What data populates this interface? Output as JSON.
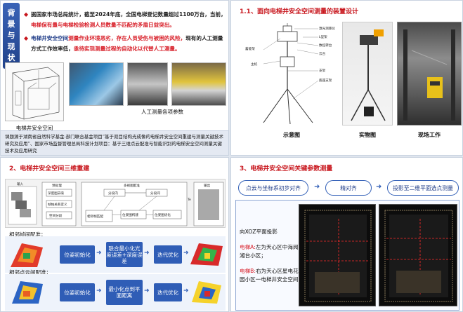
{
  "panel1": {
    "side_title": [
      "背",
      "景",
      "与",
      "现",
      "状"
    ],
    "bullet1_part1": "据国家市场总局统计，截至2024年底，全国电梯登记数量超过1100万台，",
    "bullet1_part2": "当前，",
    "bullet1_red": "电梯保有量与电梯检验检测人员数量不匹配的矛盾日益突出。",
    "bullet2_blue": "电梯井安全空间",
    "bullet2_red1": "测量作业环境恶劣，存在人员受伤与被困的风险，",
    "bullet2_plain": "现有的人工测量方式工作效率低，",
    "bullet2_red2": "亟待实现测量过程的自动化以代替人工测量。",
    "caption1": "电梯井安全空间",
    "caption2": "人工测量各项参数",
    "funding": "课题源于湖南省自然科学基金-部门联合基金项目“基于双目结构光成像的电梯井安全空间重建与测量关键技术研究及应用”、国家市场监督管理总局科技计划项目：基于三维点云配准与智能识别的电梯安全空间测量关键技术及应用研究"
  },
  "panel2": {
    "title": "1.1、面向电梯井安全空间测量的装置设计",
    "labels": [
      "示意图",
      "实物图",
      "现场工作"
    ],
    "diagram_labels": [
      "激光测距仪",
      "L型架",
      "数控转台",
      "云台",
      "支架",
      "主机",
      "蓄能架",
      "底座支架"
    ]
  },
  "panel3": {
    "title": "2、电梯井安全空间三维重建",
    "pipeline": {
      "input": "输入",
      "preprocess": "预处理",
      "preprocess_items": [
        "深度图去噪",
        "帧帕关系定义",
        "空间分段"
      ],
      "registration": "多视图配准",
      "reg_items": [
        "分段内",
        "分段间",
        "相邻帧匹配",
        "位姿图构建",
        "位姿图优化"
      ],
      "output": "输出",
      "te_label": "Te"
    },
    "flow1_title": "相邻帧间配准：",
    "flow1_steps": [
      "位姿初始化",
      "联合最小化光度误差+深度误差",
      "迭代优化"
    ],
    "flow2_title": "相邻点云间配准：",
    "flow2_steps": [
      "位姿初始化",
      "最小化点到平面距离",
      "迭代优化"
    ]
  },
  "panel4": {
    "title": "3、电梯井安全空间关键参数测量",
    "steps": [
      "点云与坐标系初步对齐",
      "精对齐",
      "投影至二维平面选点测量"
    ],
    "projection": "向XOZ平面投影",
    "elevA_label": "电梯A:",
    "elevA_text": "左为天心区中海阅湘台小区；",
    "elevB_label": "电梯B:",
    "elevB_text": "右为天心区星电花园小区一电梯井安全空间"
  },
  "colors": {
    "accent_blue": "#2f5db6",
    "accent_red": "#d81e28"
  }
}
